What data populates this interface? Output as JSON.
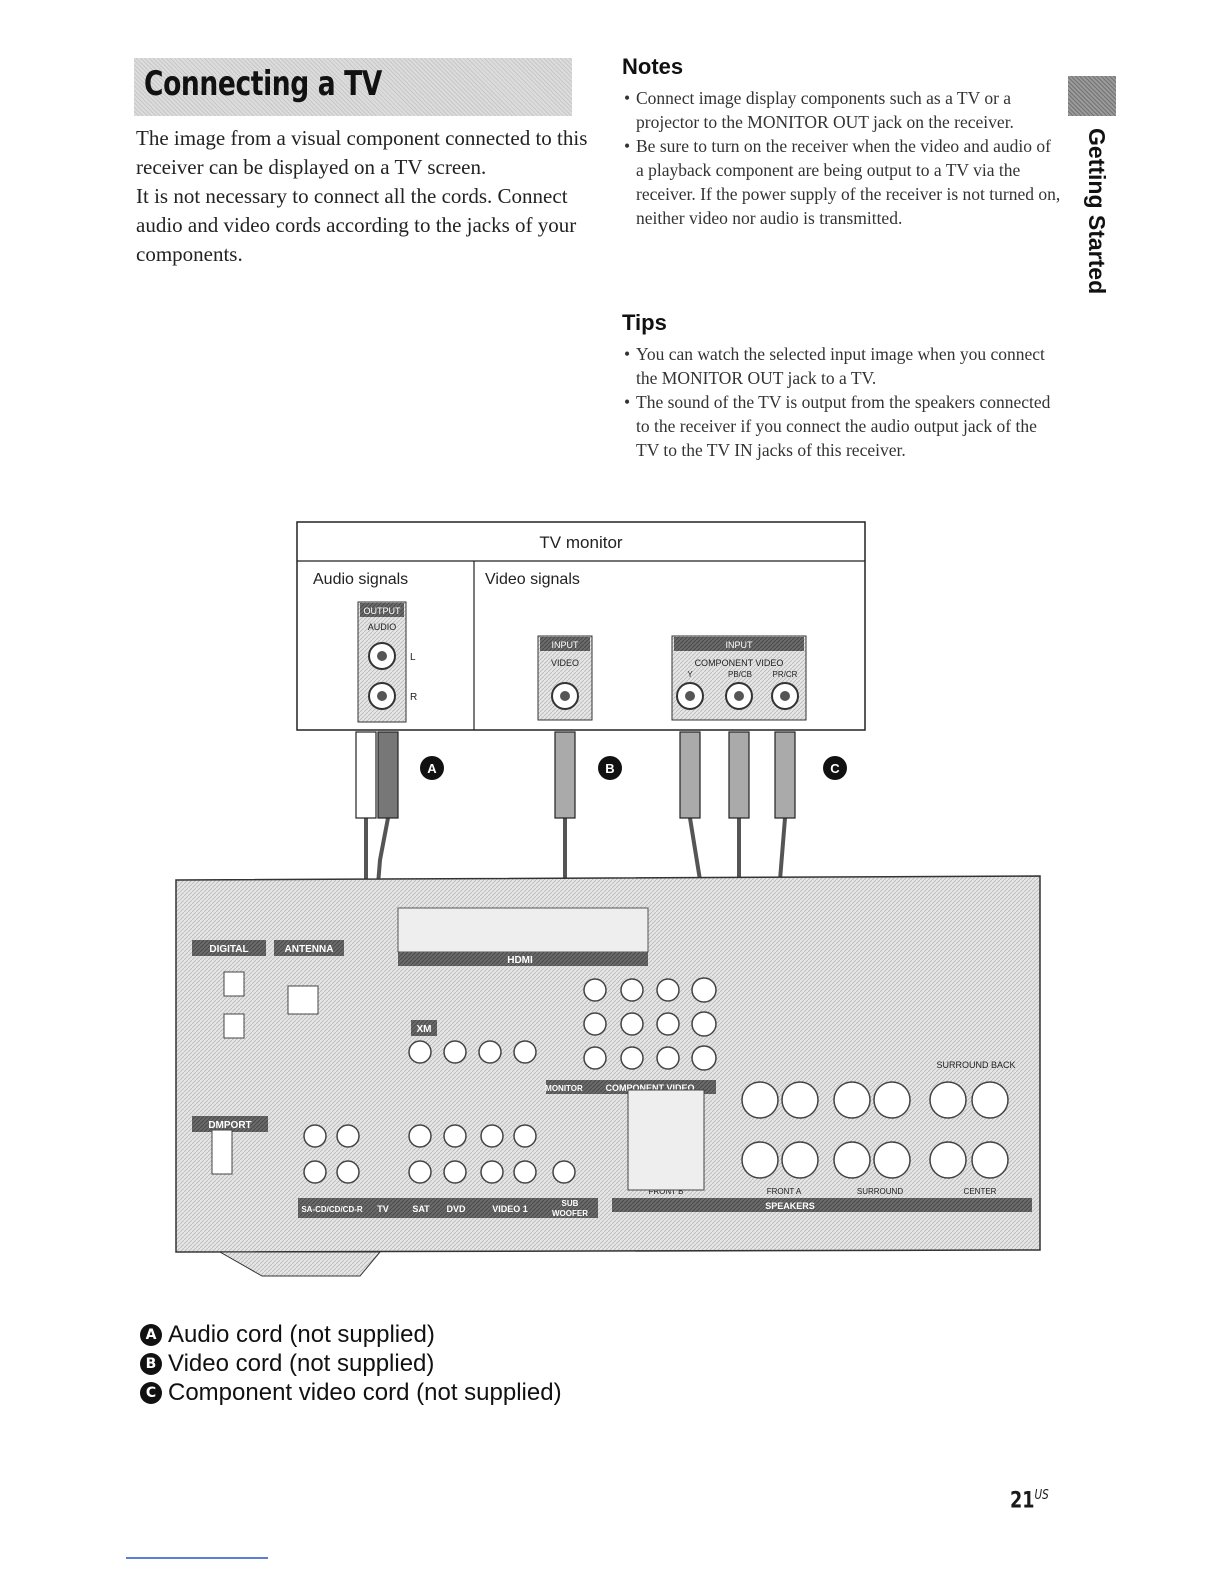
{
  "title": "Connecting a TV",
  "intro": {
    "p1": "The image from a visual component connected to this receiver can be displayed on a TV screen.",
    "p2": "It is not necessary to connect all the cords. Connect audio and video cords according to the jacks of your components."
  },
  "notes": {
    "heading": "Notes",
    "items": [
      "Connect image display components such as a TV or a projector to the MONITOR OUT jack on the receiver.",
      "Be sure to turn on the receiver when the video and audio of a playback component are being output to a TV via the receiver. If the power supply of the receiver is not turned on, neither video nor audio is transmitted."
    ]
  },
  "tips": {
    "heading": "Tips",
    "items": [
      "You can watch the selected input image when you connect the MONITOR OUT jack to a TV.",
      "The sound of the TV is output from the speakers connected to the receiver if you connect the audio output jack of the TV to the TV IN jacks of this receiver."
    ]
  },
  "side_tab": "Getting Started",
  "diagram": {
    "tv_monitor": "TV monitor",
    "audio_signals": "Audio signals",
    "video_signals": "Video signals",
    "output_tag": "OUTPUT",
    "audio": "AUDIO",
    "l": "L",
    "r": "R",
    "input_tag": "INPUT",
    "video": "VIDEO",
    "component_video": "COMPONENT VIDEO",
    "y": "Y",
    "pb": "PB/CB",
    "pr": "PR/CR",
    "badge_a": "A",
    "badge_b": "B",
    "badge_c": "C",
    "receiver": {
      "digital": "DIGITAL",
      "antenna": "ANTENNA",
      "hdmi": "HDMI",
      "xm": "XM",
      "dmport": "DMPORT",
      "monitor": "MONITOR",
      "component_video": "COMPONENT VIDEO",
      "surround_back": "SURROUND BACK",
      "sa_cd": "SA-CD/CD/CD-R",
      "tv": "TV",
      "sat": "SAT",
      "dvd": "DVD",
      "video1": "VIDEO 1",
      "sub": "SUB",
      "woofer": "WOOFER",
      "speakers": "SPEAKERS",
      "front_b": "FRONT B",
      "front_a": "FRONT A",
      "surround": "SURROUND",
      "center": "CENTER"
    }
  },
  "legend": [
    {
      "badge": "A",
      "text": "Audio cord (not supplied)"
    },
    {
      "badge": "B",
      "text": "Video cord (not supplied)"
    },
    {
      "badge": "C",
      "text": "Component video cord (not supplied)"
    }
  ],
  "page_number": "21",
  "page_suffix": "US"
}
